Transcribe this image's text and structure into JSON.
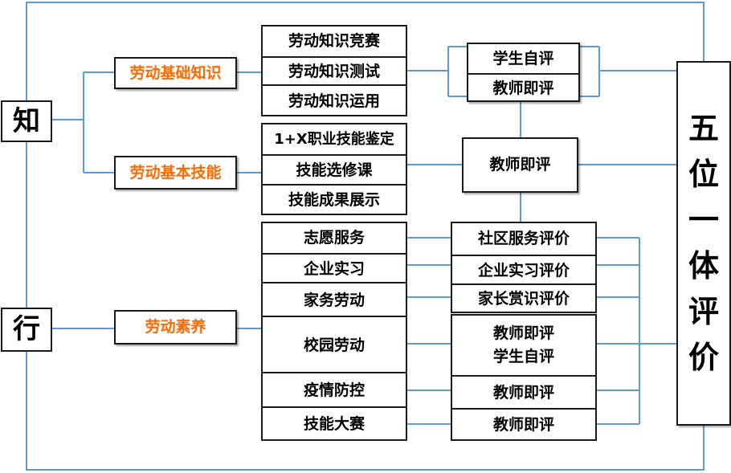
{
  "colors": {
    "line": "#5b9bd5",
    "accent": "#ff6a00",
    "border": "#1a1a1a"
  },
  "sides": {
    "zhi": "知",
    "xing": "行"
  },
  "categories": {
    "basic_knowledge": "劳动基础知识",
    "basic_skills": "劳动基本技能",
    "literacy": "劳动素养"
  },
  "knowledge_items": [
    "劳动知识竞赛",
    "劳动知识测试",
    "劳动知识运用"
  ],
  "skill_items": [
    "1+X职业技能鉴定",
    "技能选修课",
    "技能成果展示"
  ],
  "literacy_items": [
    "志愿服务",
    "企业实习",
    "家务劳动",
    "校园劳动",
    "疫情防控",
    "技能大赛"
  ],
  "knowledge_eval": [
    "学生自评",
    "教师即评"
  ],
  "skill_eval": "教师即评",
  "literacy_eval": [
    "社区服务评价",
    "企业实习评价",
    "家长赏识评价"
  ],
  "campus_eval": [
    "教师即评",
    "学生自评"
  ],
  "epidemic_eval": "教师即评",
  "contest_eval": "教师即评",
  "final": [
    "五",
    "位",
    "一",
    "体",
    "评",
    "价"
  ]
}
